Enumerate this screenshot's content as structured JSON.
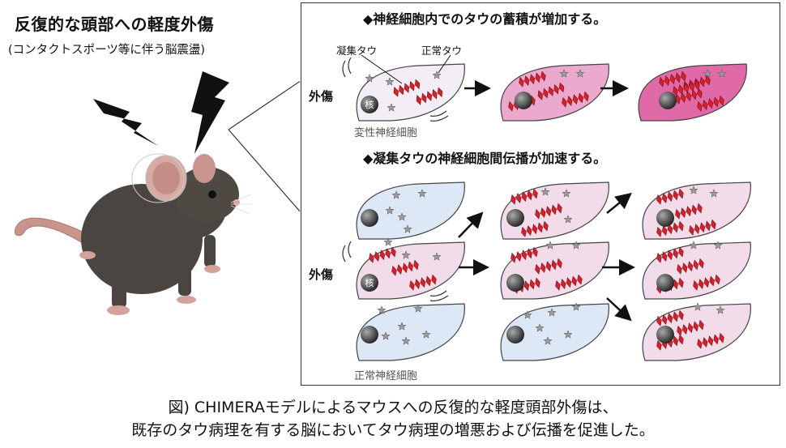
{
  "left": {
    "title": "反復的な頭部への軽度外傷",
    "subtitle": "(コンタクトスポーツ等に伴う脳震盪)"
  },
  "panel": {
    "section1": {
      "heading": "◆神経細胞内でのタウの蓄積が増加する。",
      "label_aggregated": "凝集タウ",
      "label_normal": "正常タウ",
      "trauma_label": "外傷",
      "nucleus_label": "核",
      "cell_caption": "変性神経細胞"
    },
    "section2": {
      "heading": "◆凝集タウの神経細胞間伝播が加速する。",
      "trauma_label": "外傷",
      "nucleus_label": "核",
      "cell_caption": "正常神経細胞"
    }
  },
  "caption": {
    "line1": "図) CHIMERAモデルによるマウスへの反復的な軽度頭部外傷は、",
    "line2": "既存のタウ病理を有する脳においてタウ病理の増悪および伝播を促進した。"
  },
  "colors": {
    "cell_blue": "#dde8f6",
    "cell_pink_light": "#f3dcea",
    "cell_pink_mid": "#eaa9cd",
    "cell_pink_dark": "#e06aa8",
    "tau_red": "#d8202a",
    "star_gray": "#9a9a9a",
    "mouse": "#4a4540"
  }
}
